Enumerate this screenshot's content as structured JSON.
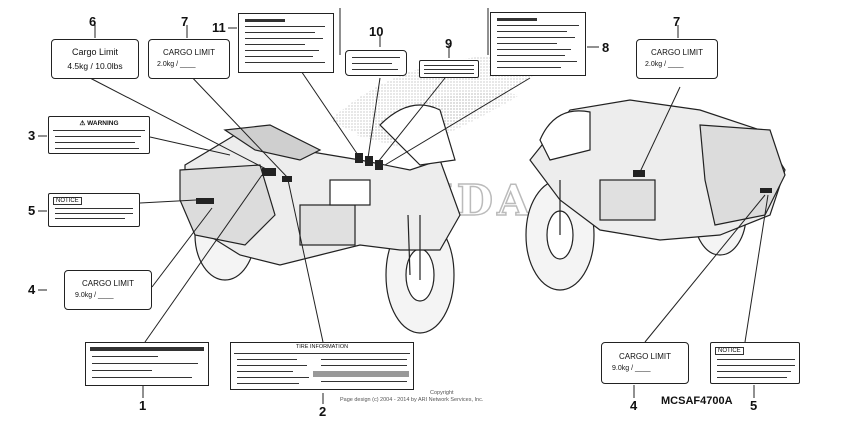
{
  "callouts": {
    "n1": "1",
    "n2": "2",
    "n3": "3",
    "n4a": "4",
    "n4b": "4",
    "n5a": "5",
    "n5b": "5",
    "n6": "6",
    "n7a": "7",
    "n7b": "7",
    "n8": "8",
    "n9": "9",
    "n10": "10",
    "n11": "11"
  },
  "labels": {
    "cargo6_title": "Cargo Limit",
    "cargo6_value": "4.5kg  /  10.0lbs",
    "cargo7_title": "CARGO LIMIT",
    "cargo7_value": "2.0kg  /  ____",
    "warning": "⚠ WARNING",
    "notice": "NOTICE",
    "cargo4_title": "CARGO LIMIT",
    "cargo4_value": "9.0kg  /  ____",
    "tire_info": "TIRE INFORMATION"
  },
  "watermark": "HONDA",
  "copyright_line1": "Copyright",
  "copyright_line2": "Page design (c) 2004 - 2014 by ARI Network Services, Inc.",
  "diagram_code": "MCSAF4700A"
}
